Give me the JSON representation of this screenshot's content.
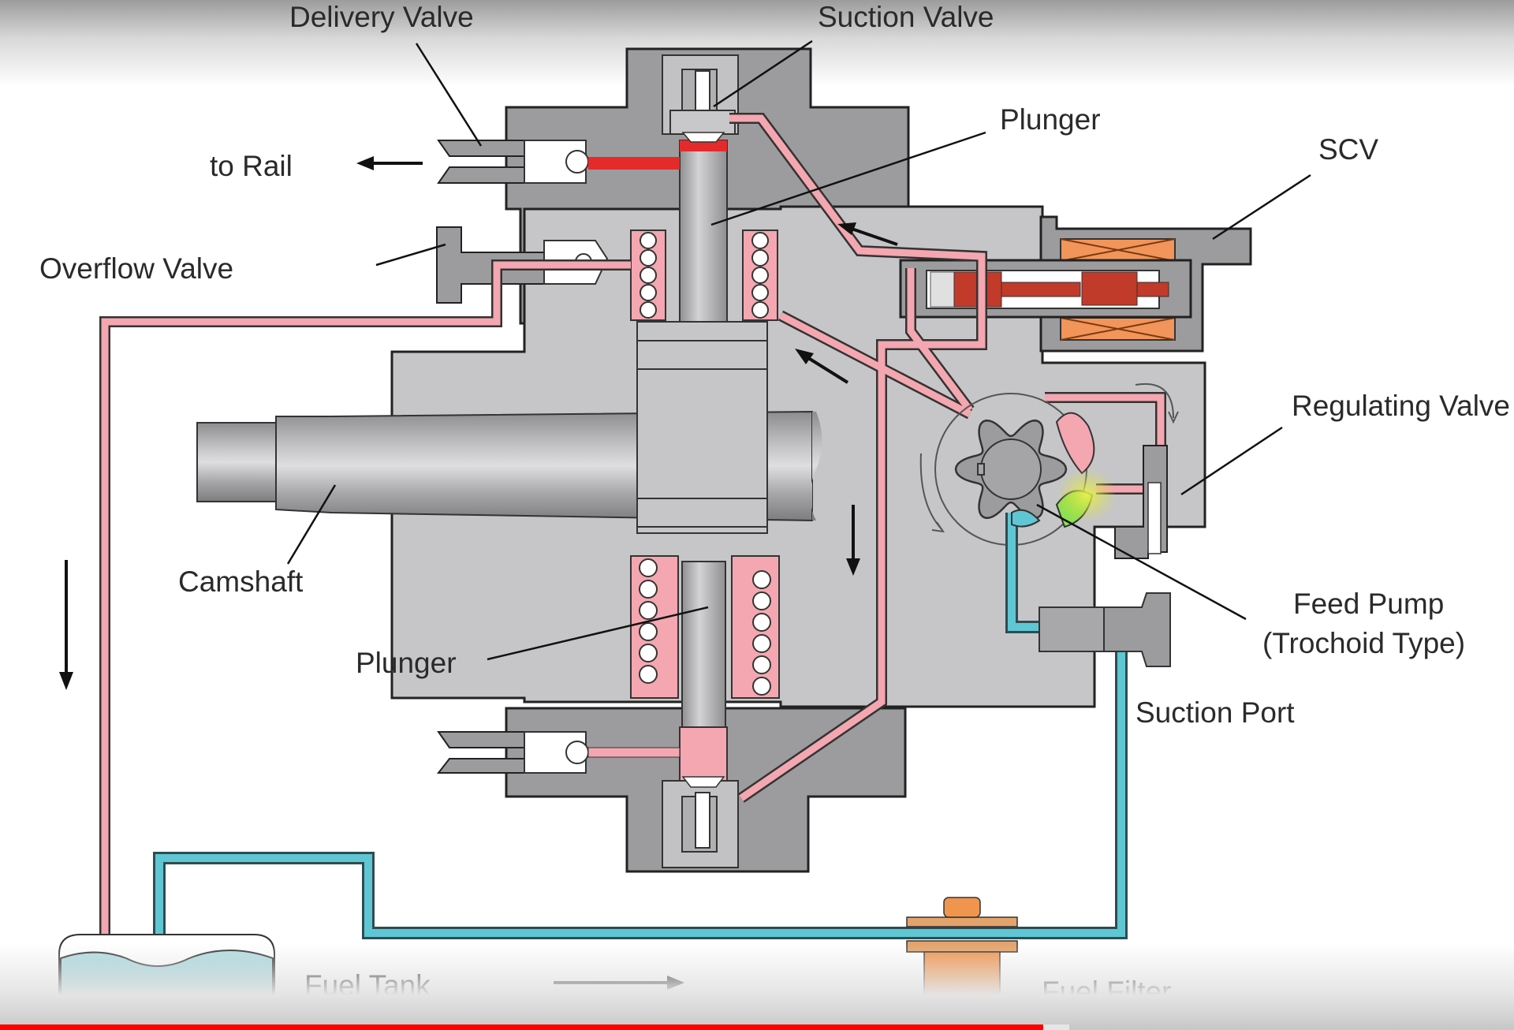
{
  "video": {
    "progress_played": 0.689,
    "progress_buffered": 0.706,
    "played_color": "#ff0000"
  },
  "diagram": {
    "title": "Supply pump fuel flow",
    "labels": {
      "delivery_valve": "Delivery Valve",
      "suction_valve": "Suction Valve",
      "plunger_top": "Plunger",
      "scv": "SCV",
      "to_rail": "to Rail",
      "overflow_valve": "Overflow Valve",
      "regulating_valve": "Regulating Valve",
      "camshaft": "Camshaft",
      "feed_pump_line1": "Feed Pump",
      "feed_pump_line2": "(Trochoid Type)",
      "plunger_bottom": "Plunger",
      "suction_port": "Suction Port",
      "fuel_tank": "Fuel Tank",
      "fuel_filter": "Fuel Filter"
    },
    "colors": {
      "body_dark": "#9a9a9a",
      "body_light": "#c6c6c8",
      "return_fuel": "#f4a7b0",
      "high_pressure": "#e52a2a",
      "suction_fuel": "#5fc6d4",
      "coil": "#f2955a",
      "filter": "#f0954e",
      "tank_fuel": "#86c9d2",
      "scv_valve": "#c23a2a"
    }
  }
}
